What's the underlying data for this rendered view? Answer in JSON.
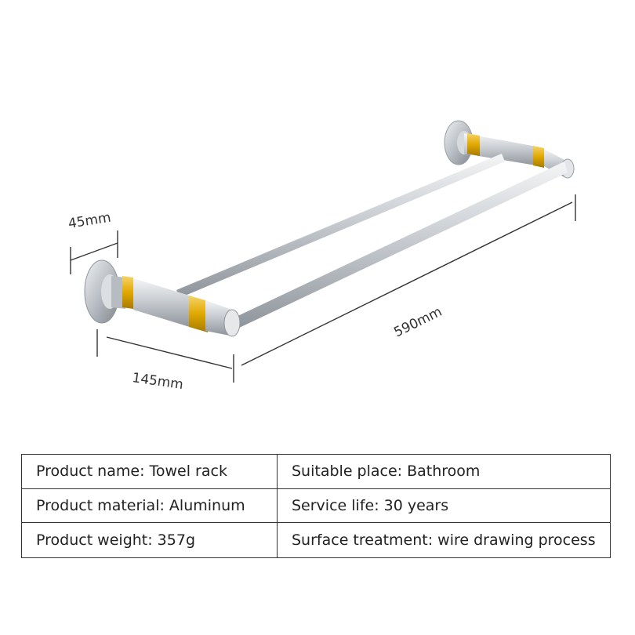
{
  "dimensions": {
    "height": "45mm",
    "depth": "145mm",
    "length": "590mm"
  },
  "specs": {
    "product_name": "Product name: Towel rack",
    "suitable_place": "Suitable place: Bathroom",
    "product_material": "Product material: Aluminum",
    "service_life": "Service life: 30 years",
    "product_weight": "Product weight: 357g",
    "surface_treatment": "Surface treatment: wire drawing process"
  },
  "colors": {
    "metal": "#c8ccd1",
    "gold_ring": "#e0a800",
    "line": "#333333"
  }
}
